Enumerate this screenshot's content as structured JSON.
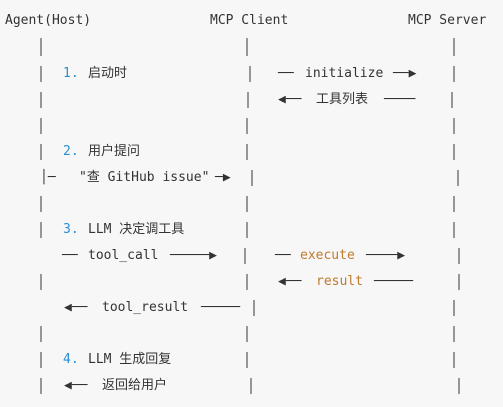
{
  "headers": {
    "agent": "Agent(Host)",
    "client": "MCP Client",
    "server": "MCP Server"
  },
  "steps": [
    {
      "num": "1.",
      "text": "启动时"
    },
    {
      "num": "2.",
      "text": "用户提问"
    },
    {
      "num": "3.",
      "text": "LLM 决定调工具"
    },
    {
      "num": "4.",
      "text": "LLM 生成回复"
    }
  ],
  "messages": {
    "initialize": "initialize",
    "tool_list": "工具列表",
    "query": "\"查 GitHub issue\"",
    "tool_call": "tool_call",
    "execute": "execute",
    "result": "result",
    "tool_result": "tool_result",
    "return_user": "返回给用户"
  },
  "colors": {
    "step_number": "#2a8fd0",
    "keyword": "#c07a2e",
    "text": "#333333",
    "background": "#f7f7f7"
  }
}
